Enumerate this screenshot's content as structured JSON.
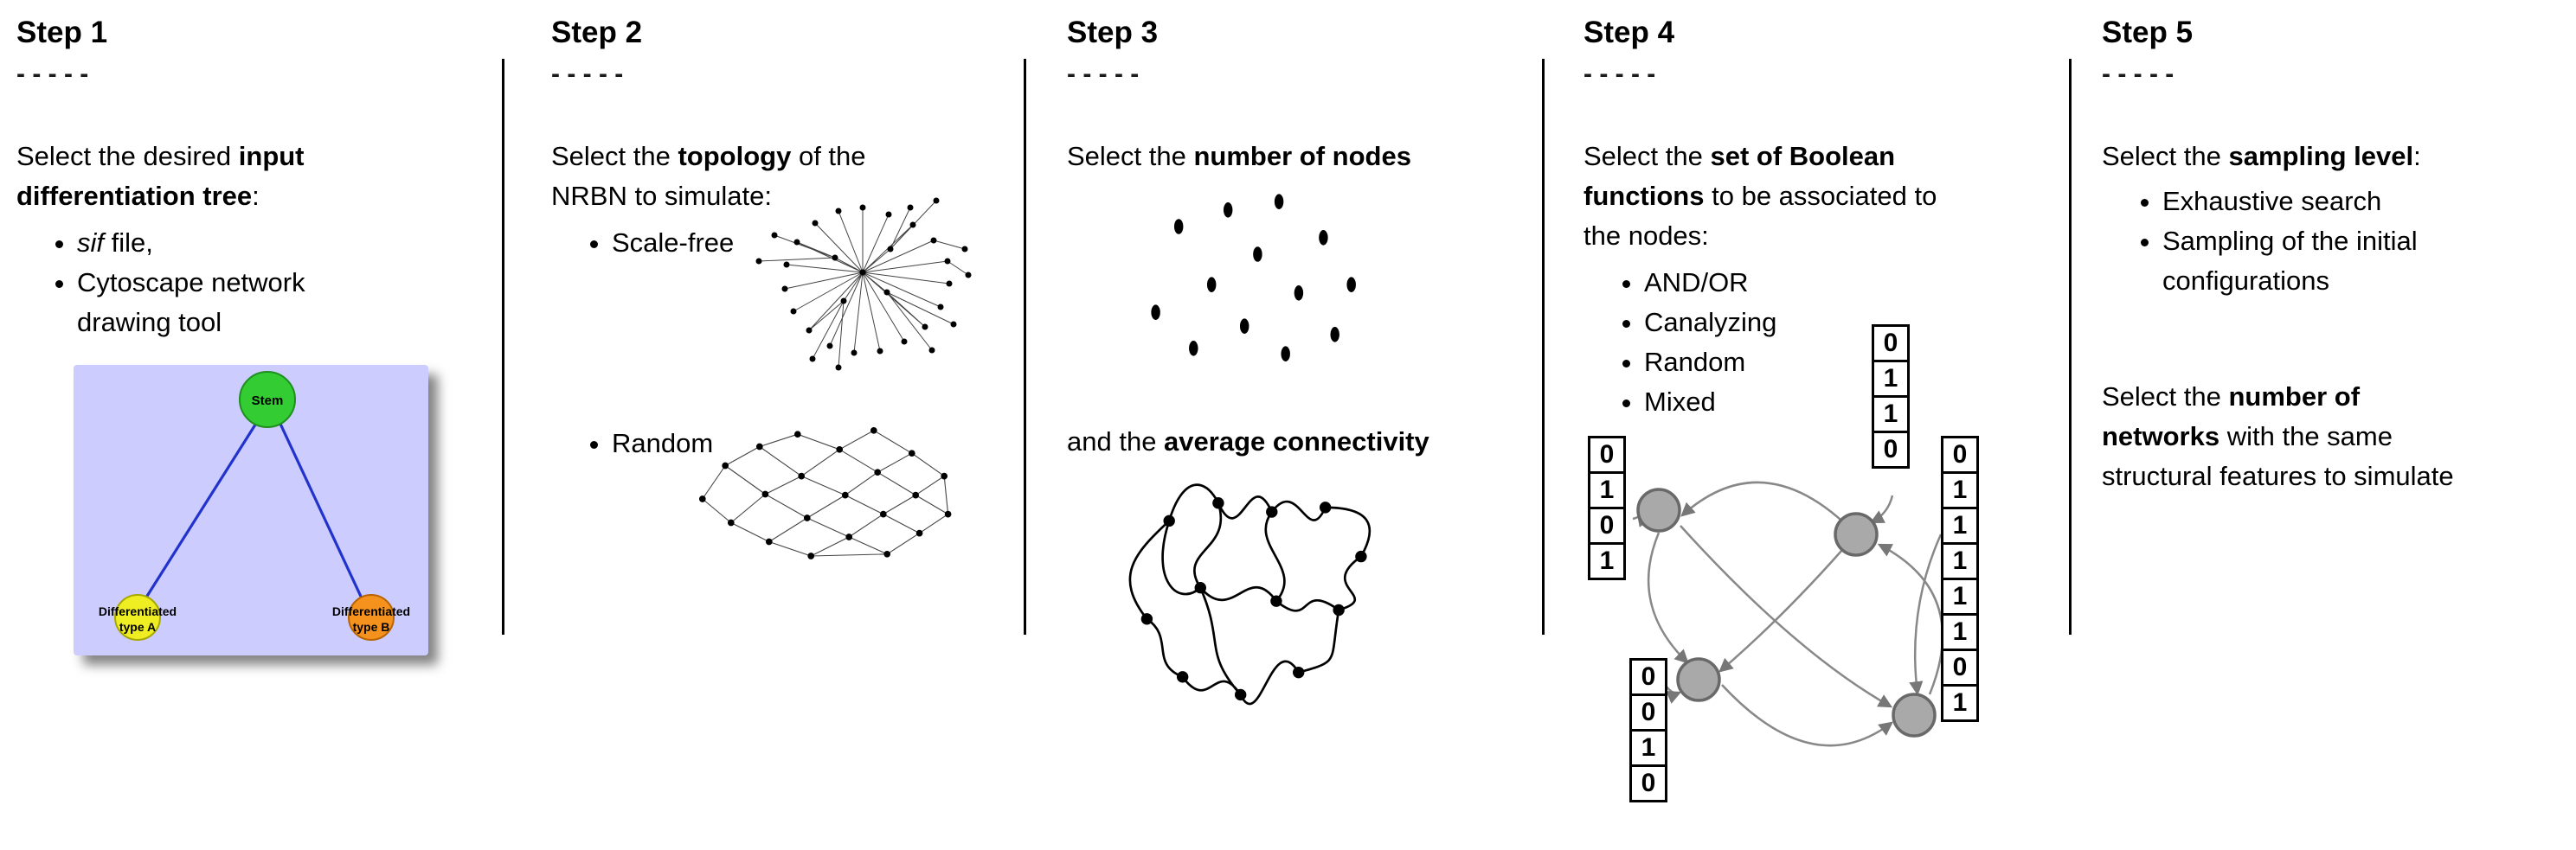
{
  "steps": [
    {
      "title": "Step 1",
      "dashes": "- - - - -",
      "intro": {
        "pre": "Select the desired ",
        "bold": "input\ndifferentiation tree",
        "post": ":"
      },
      "bullets": [
        {
          "italic": "sif",
          "text": " file,"
        },
        {
          "text": "Cytoscape network\ndrawing tool"
        }
      ],
      "tree": {
        "root_label": "Stem",
        "left_label_line1": "Differentiated",
        "left_label_line2": "type A",
        "right_label_line1": "Differentiated",
        "right_label_line2": "type B"
      }
    },
    {
      "title": "Step 2",
      "dashes": "- - - - -",
      "intro": {
        "pre": "Select the ",
        "bold": "topology",
        "post": " of the\nNRBN to simulate:"
      },
      "bullets": [
        {
          "text": "Scale-free"
        },
        {
          "text": "Random"
        }
      ]
    },
    {
      "title": "Step 3",
      "dashes": "- - - - -",
      "line1": {
        "pre": "Select the ",
        "bold": "number of nodes",
        "post": ""
      },
      "line2": {
        "pre": "and the ",
        "bold": "average connectivity",
        "post": ""
      }
    },
    {
      "title": "Step 4",
      "dashes": "- - - - -",
      "intro": {
        "pre": "Select the ",
        "bold": "set of Boolean\nfunctions",
        "post": " to be associated to\nthe nodes:"
      },
      "bullets": [
        {
          "text": "AND/OR"
        },
        {
          "text": "Canalyzing"
        },
        {
          "text": "Random"
        },
        {
          "text": "Mixed"
        }
      ],
      "tables": {
        "top": [
          "0",
          "1",
          "1",
          "0"
        ],
        "left": [
          "0",
          "1",
          "0",
          "1"
        ],
        "bottom_left": [
          "0",
          "0",
          "1",
          "0"
        ],
        "right": [
          "0",
          "1",
          "1",
          "1",
          "1",
          "1",
          "0",
          "1"
        ]
      }
    },
    {
      "title": "Step 5",
      "dashes": "- - - - -",
      "para1": {
        "pre": "Select the ",
        "bold": "sampling level",
        "post": ":"
      },
      "bullets": [
        {
          "text": "Exhaustive search"
        },
        {
          "text": "Sampling of the initial\nconfigurations"
        }
      ],
      "para2": {
        "pre": "Select the ",
        "bold": "number of\nnetworks",
        "post": " with the same\nstructural features to simulate"
      }
    }
  ],
  "colors": {
    "stem_green": "#33cc33",
    "type_a_yellow": "#eeee22",
    "type_b_orange": "#f5921e",
    "tree_background": "#ccccfe",
    "tree_edge_blue": "#2233cc"
  }
}
